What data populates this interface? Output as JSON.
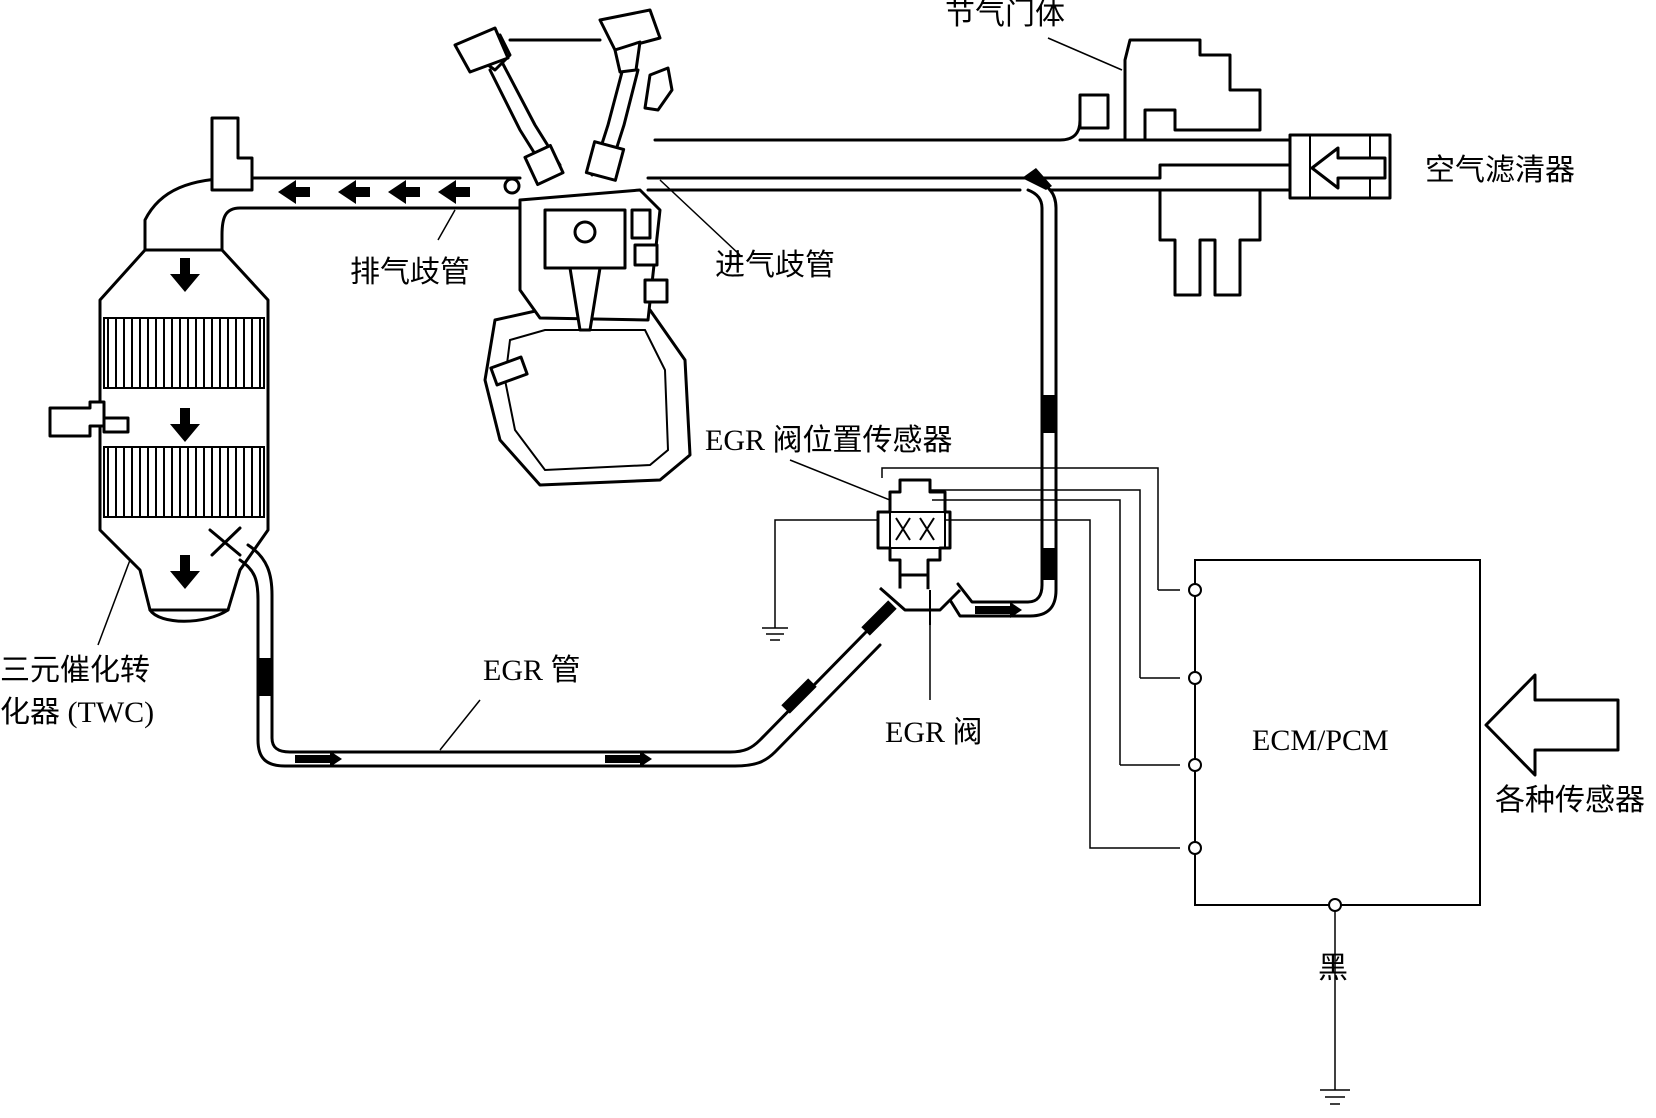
{
  "labels": {
    "throttle_body": "节气门体",
    "air_cleaner": "空气滤清器",
    "exhaust_manifold": "排气歧管",
    "intake_manifold": "进气歧管",
    "egr_position_sensor": "EGR 阀位置传感器",
    "twc_line1": "三元催化转",
    "twc_line2": "化器 (TWC)",
    "egr_pipe": "EGR 管",
    "egr_valve": "EGR 阀",
    "ecm_pcm": "ECM/PCM",
    "various_sensors": "各种传感器",
    "black": "黑"
  }
}
